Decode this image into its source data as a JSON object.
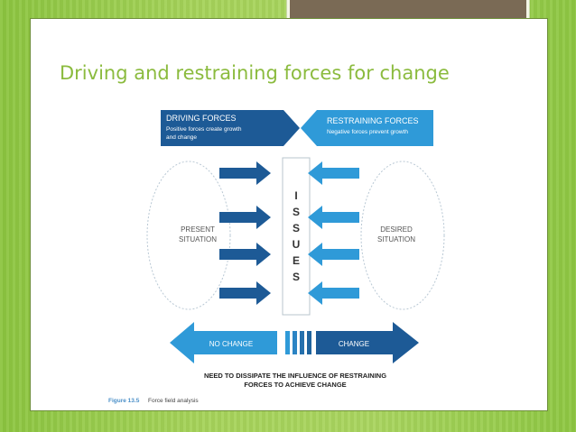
{
  "slide": {
    "title": "Driving and restraining forces for change"
  },
  "figure": {
    "driving_title": "DRIVING FORCES",
    "driving_line1": "Positive forces create growth",
    "driving_line2": "and change",
    "restraining_title": "RESTRAINING FORCES",
    "restraining_sub": "Negative forces prevent growth",
    "present_line1": "PRESENT",
    "present_line2": "SITUATION",
    "desired_line1": "DESIRED",
    "desired_line2": "SITUATION",
    "issues_letters": [
      "I",
      "S",
      "S",
      "U",
      "E",
      "S"
    ],
    "no_change": "NO CHANGE",
    "change": "CHANGE",
    "note_line1": "NEED TO DISSIPATE THE INFLUENCE OF RESTRAINING",
    "note_line2": "FORCES TO ACHIEVE CHANGE",
    "caption_label": "Figure 13.5",
    "caption_text": "Force field analysis"
  },
  "colors": {
    "driving_blue": "#1d5a96",
    "restraining_blue": "#2f9ad8",
    "title_green": "#8bbb3e",
    "caption_blue": "#4a8fc8"
  }
}
